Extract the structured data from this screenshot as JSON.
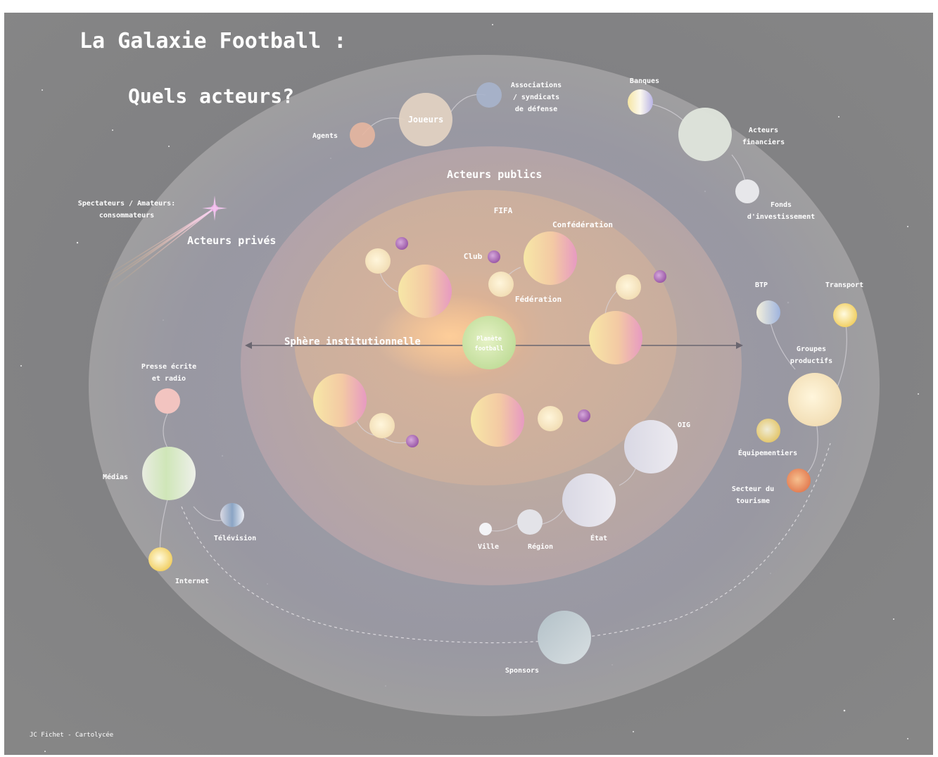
{
  "title": "La Galaxie Football :",
  "subtitle": "Quels acteurs?",
  "credit": "JC Fichet - Cartolycée",
  "zones": {
    "private": "Acteurs privés",
    "public": "Acteurs publics",
    "institutional": "Sphère institutionnelle",
    "center": [
      "Planète",
      "football"
    ]
  },
  "labels": {
    "fifa": "FIFA",
    "confederation": "Confédération",
    "club": "Club",
    "federation": "Fédération",
    "joueurs": "Joueurs",
    "agents": "Agents",
    "associations": [
      "Associations",
      "/ syndicats",
      "de défense"
    ],
    "banques": "Banques",
    "acteurs_financiers": [
      "Acteurs",
      "financiers"
    ],
    "fonds": [
      "Fonds",
      "d'investissement"
    ],
    "spectateurs": [
      "Spectateurs / Amateurs:",
      "consommateurs"
    ],
    "btp": "BTP",
    "transport": "Transport",
    "groupes_productifs": [
      "Groupes",
      "productifs"
    ],
    "equipementiers": "Équipementiers",
    "tourisme": [
      "Secteur du",
      "tourisme"
    ],
    "presse": [
      "Presse écrite",
      "et radio"
    ],
    "medias": "Médias",
    "television": "Télévision",
    "internet": "Internet",
    "sponsors": "Sponsors",
    "ville": "Ville",
    "region": "Région",
    "etat": "État",
    "oig": "OIG"
  }
}
